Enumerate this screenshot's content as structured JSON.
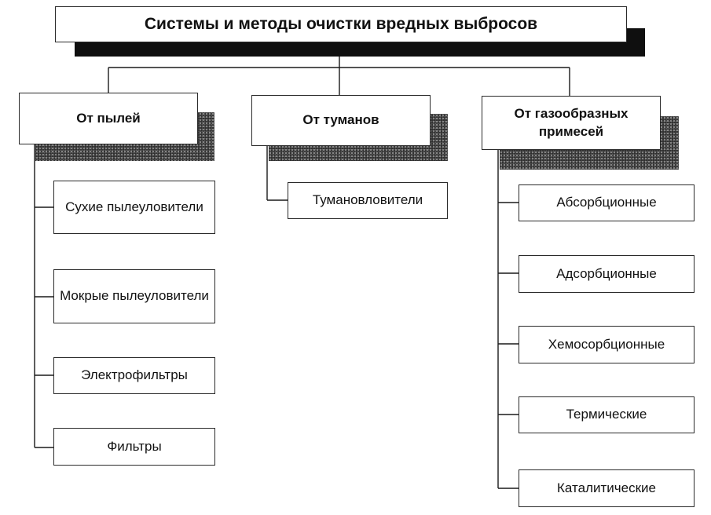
{
  "title": "Системы и методы очистки вредных выбросов",
  "categories": [
    {
      "label": "От пылей",
      "items": [
        "Сухие пылеуловители",
        "Мокрые пылеуловители",
        "Электрофильтры",
        "Фильтры"
      ]
    },
    {
      "label": "От туманов",
      "items": [
        "Тумановловители"
      ]
    },
    {
      "label": "От газообразных примесей",
      "items": [
        "Абсорбционные",
        "Адсорбционные",
        "Хемосорбционные",
        "Термические",
        "Каталитические"
      ]
    }
  ],
  "colors": {
    "line": "#1a1a1a",
    "shadow": "#2c2c2c",
    "box_border": "#2a2a2a"
  }
}
